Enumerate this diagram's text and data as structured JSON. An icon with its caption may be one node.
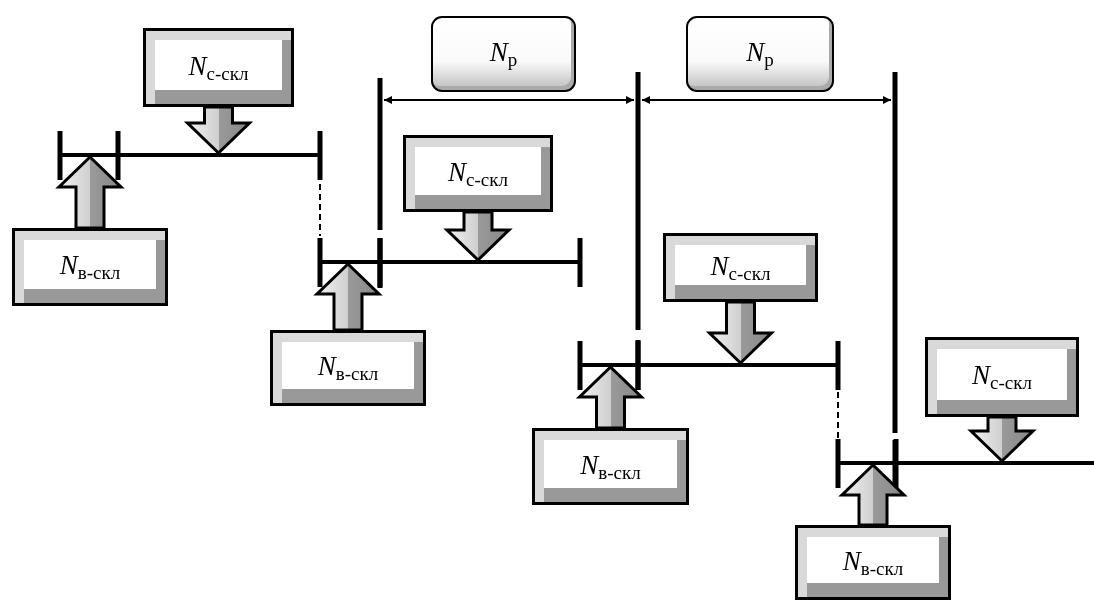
{
  "diagram": {
    "nodes": [
      {
        "text": [
          "*N*$_{с-скл}$"
        ]
      },
      {
        "text": [
          "*N*$_{р}$"
        ]
      },
      {
        "text": [
          "*N*$_{р}$"
        ]
      },
      {
        "text": [],
        "shape": "bar"
      },
      {
        "text": [
          "*N*$_{с-скл}$"
        ]
      },
      {
        "text": [
          "*N*$_{в-скл}$"
        ]
      },
      {
        "text": [
          "*N*$_{с-скл}$"
        ]
      },
      {
        "text": [],
        "shape": "bar"
      },
      {
        "text": [
          "*N*$_{в-скл}$"
        ]
      },
      {
        "text": [
          "*N*$_{с-скл}$"
        ]
      },
      {
        "text": [],
        "shape": "bar"
      },
      {
        "text": [
          "*N*$_{в-скл}$"
        ]
      },
      {
        "text": [],
        "shape": "bar"
      },
      {
        "text": [
          "*N*$_{в-скл}$"
        ]
      }
    ],
    "edges": [
      {
        "from": 0,
        "to": 3,
        "arrow": "to"
      },
      {
        "from": 5,
        "to": 3,
        "arrow": "to"
      },
      {
        "from": 4,
        "to": 7,
        "arrow": "to"
      },
      {
        "from": 8,
        "to": 7,
        "arrow": "to"
      },
      {
        "from": 6,
        "to": 10,
        "arrow": "to"
      },
      {
        "from": 11,
        "to": 10,
        "arrow": "to"
      },
      {
        "from": 9,
        "to": 12,
        "arrow": "to"
      },
      {
        "from": 13,
        "to": 12,
        "arrow": "to"
      }
    ]
  }
}
